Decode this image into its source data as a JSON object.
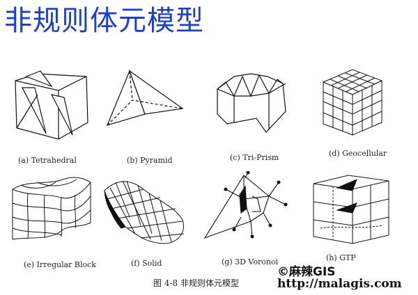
{
  "title": "非规则体元模型",
  "panels": {
    "a": {
      "caption": "(a) Tetrahedral"
    },
    "b": {
      "caption": "(b) Pyramid"
    },
    "c": {
      "caption": "(c) Tri-Prism"
    },
    "d": {
      "caption": "(d) Geocellular"
    },
    "e": {
      "caption": "(e) Irregular Block"
    },
    "f": {
      "caption": "(f) Solid"
    },
    "g": {
      "caption": "(g) 3D Voronoi"
    },
    "h": {
      "caption": "(h) GTP"
    }
  },
  "figure_caption": "图 4-8    非规则体元模型",
  "watermark": {
    "copyright": "©麻辣GIS",
    "url": "http://malagis.com"
  }
}
